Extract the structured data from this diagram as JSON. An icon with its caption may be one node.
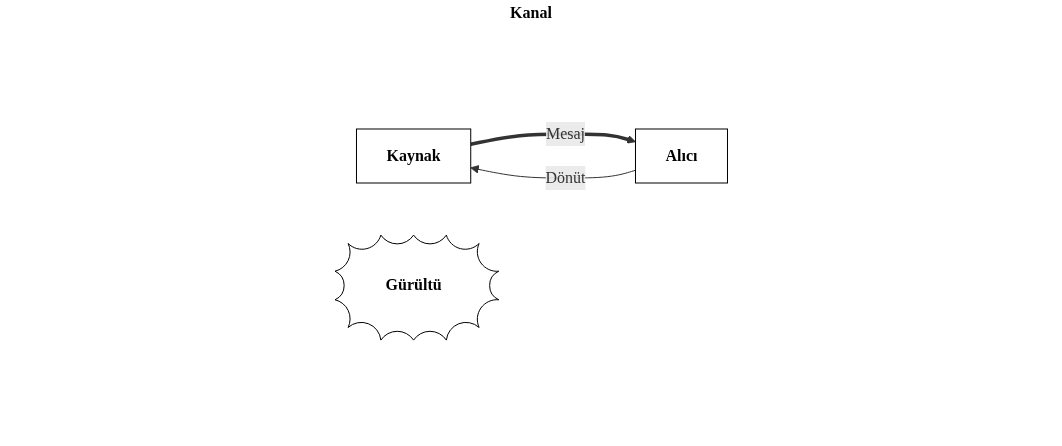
{
  "diagram": {
    "nodes": [
      {
        "text": [
          "Kaynak"
        ]
      },
      {
        "text": [
          "Alıcı"
        ]
      },
      {
        "text": [
          "Gürültü"
        ]
      }
    ],
    "edges": [
      {
        "from": 0,
        "to": 1,
        "arrow": "to",
        "label": "Mesaj",
        "style": "thick"
      },
      {
        "from": 1,
        "to": 0,
        "arrow": "to",
        "label": "Dönüt"
      }
    ],
    "labels": [
      "Kanal"
    ]
  }
}
